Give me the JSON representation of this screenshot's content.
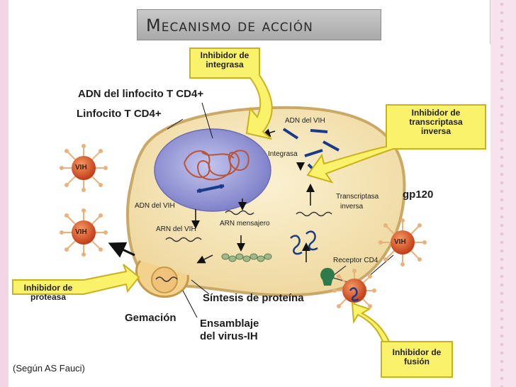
{
  "title": "Mecanismo de acción",
  "labels": {
    "adn_linfocito": "ADN del linfocito T CD4+",
    "linfocito": "Linfocito T CD4+",
    "adn_vih_top": "ADN del VIH",
    "integrasa": "Integrasa",
    "adn_vih_nucleus": "ADN del VIH",
    "arn_vih": "ARN del VIH",
    "arn_mensajero": "ARN mensajero",
    "transcriptasa": "Transcriptasa",
    "inversa": "inversa",
    "gp120": "gp120",
    "receptor_cd4": "Receptor CD4",
    "sintesis": "Síntesis de proteína",
    "gemacion": "Gemación",
    "ensamblaje_1": "Ensamblaje",
    "ensamblaje_2": "del virus-IH",
    "fuente": "(Según AS Fauci)",
    "vih": "VIH"
  },
  "callouts": {
    "integrasa": [
      "Inhibidor de",
      "integrasa"
    ],
    "transcriptasa": [
      "Inhibidor de",
      "transcriptasa",
      "inversa"
    ],
    "proteasa": [
      "Inhibidor de",
      "proteasa"
    ],
    "fusion": [
      "Inhibidor de",
      "fusión"
    ]
  },
  "colors": {
    "cell_fill": "#f5e6b8",
    "cell_stroke": "#caa866",
    "nucleus": "#8d8fd3",
    "callout_fill": "#fbf26b",
    "callout_stroke": "#c9b21a",
    "virus": "#e45a2a",
    "spike": "#e8b27c"
  }
}
